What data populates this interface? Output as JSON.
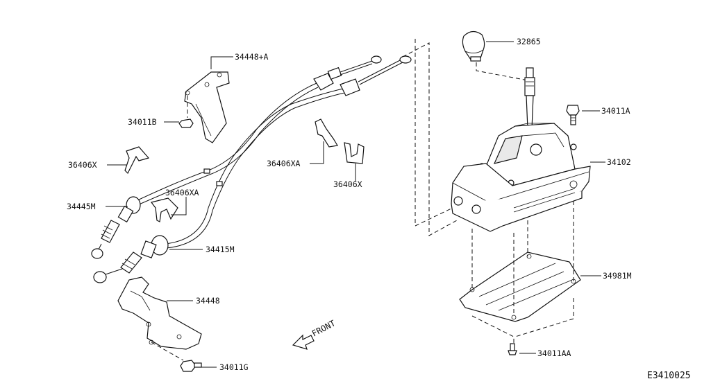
{
  "parts": {
    "p32865": "32865",
    "p34011A": "34011A",
    "p34102": "34102",
    "p34981M": "34981M",
    "p34011AA": "34011AA",
    "p34448A": "34448+A",
    "p34011B": "34011B",
    "p36406X_left": "36406X",
    "p36406XA_right": "36406XA",
    "p36406X_right": "36406X",
    "p36406XA_mid": "36406XA",
    "p34445M": "34445M",
    "p34415M": "34415M",
    "p34448": "34448",
    "p34011G": "34011G"
  },
  "front_label": "FRONT",
  "diagram_code": "E3410025"
}
